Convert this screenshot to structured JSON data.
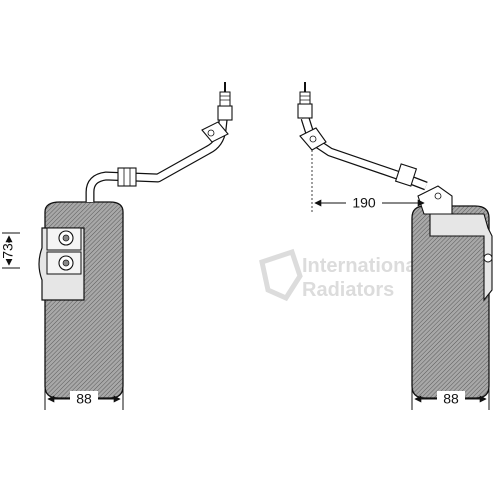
{
  "drawing": {
    "left_view": {
      "width_dim": "88",
      "height_dim": "73"
    },
    "right_view": {
      "width_dim": "88",
      "pipe_dim": "190"
    },
    "watermark": {
      "line1": "International",
      "line2": "Radiators"
    },
    "colors": {
      "line": "#111111",
      "fill": "#9a9a9a",
      "watermark": "#d6d6d6"
    }
  }
}
